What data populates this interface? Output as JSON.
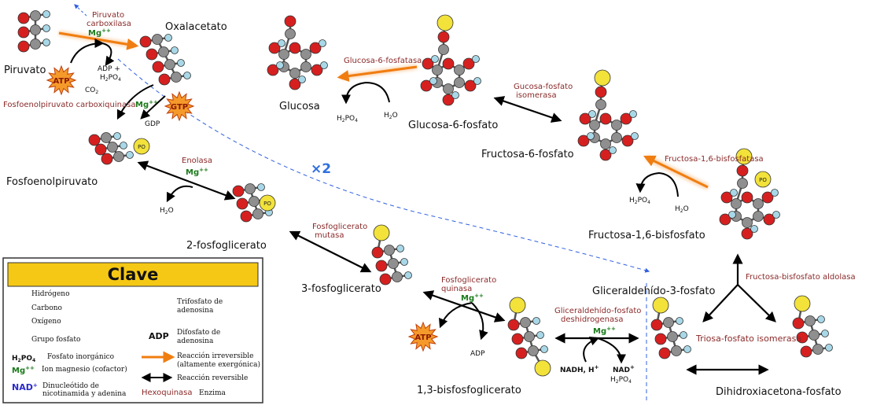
{
  "title_multiplier": "×2",
  "compounds": {
    "piruvato": "Piruvato",
    "oxalacetato": "Oxalacetato",
    "fosfoenolpiruvato": "Fosfoenolpiruvato",
    "glucosa": "Glucosa",
    "glucosa6p": "Glucosa-6-fosfato",
    "fructosa6p": "Fructosa-6-fosfato",
    "fructosa16bp": "Fructosa-1,6-bisfosfato",
    "fosfoglicerato2": "2-fosfoglicerato",
    "fosfoglicerato3": "3-fosfoglicerato",
    "bisfosfoglicerato13": "1,3-bisfosfoglicerato",
    "gliceraldehido3p": "Gliceraldehído-3-fosfato",
    "dihidroxiacetona": "Dihidroxiacetona-fosfato"
  },
  "enzymes": {
    "piruvato_carboxilasa_1": "Piruvato",
    "piruvato_carboxilasa_2": "carboxilasa",
    "pepck": "Fosfoenolpiruvato carboxiquinasa",
    "enolasa": "Enolasa",
    "fosfoglicerato_mutasa_1": "Fosfoglicerato",
    "fosfoglicerato_mutasa_2": "mutasa",
    "fosfoglicerato_quinasa_1": "Fosfoglicerato",
    "fosfoglicerato_quinasa_2": "quinasa",
    "gapdh_1": "Gliceraldehído-fosfato",
    "gapdh_2": "deshidrogenasa",
    "tpi": "Triosa-fosfato isomerasa",
    "aldolasa": "Fructosa-bisfosfato aldolasa",
    "fbpasa": "Fructosa-1,6-bisfosfatasa",
    "pgi_1": "Gucosa-fosfato",
    "pgi_2": "isomerasa",
    "g6pasa": "Glucosa-6-fosfatasa"
  },
  "cofactors": {
    "mg": "Mg",
    "mg_sup": "++",
    "atp": "ATP",
    "gtp": "GTP",
    "adp": "ADP",
    "gdp": "GDP",
    "co2": "CO",
    "co2_sub": "2",
    "adp_plus": "ADP +",
    "h2po4_h": "H",
    "h2po4_2": "2",
    "h2po4_po": "PO",
    "h2po4_4": "4",
    "h2o_h": "H",
    "h2o_2": "2",
    "h2o_o": "O",
    "nadh": "NADH, H",
    "nadh_sup": "+",
    "nad": "NAD",
    "nad_sup": "+"
  },
  "key": {
    "title": "Clave",
    "hidrogeno": "Hidrógeno",
    "carbono": "Carbono",
    "oxigeno": "Oxígeno",
    "fosfato": "Grupo fosfato",
    "fosfato_inorganico": "Fosfato inorgánico",
    "magnesio": "Ion magnesio (cofactor)",
    "nad_1": "Dinucleótido de",
    "nad_2": "nicotinamida y adenina",
    "atp_1": "Trifosfato de",
    "atp_2": "adenosina",
    "adp_1": "Difosfato de",
    "adp_2": "adenosina",
    "irrev_1": "Reacción irreversible",
    "irrev_2": "(altamente exergónica)",
    "rev": "Reacción reversible",
    "hexoquinasa": "Hexoquinasa",
    "enzima": "Enzima"
  },
  "colors": {
    "hydrogen": "#a8d8e8",
    "carbon": "#8f8f8f",
    "oxygen": "#d62020",
    "phosphate": "#f2e23a",
    "atp_star": "#f59a2a",
    "irreversible": "#f07d10",
    "reversible": "#000000",
    "enzyme_text": "#8b2a2a",
    "magnesium": "#1a7a1a",
    "nad": "#2a2acc",
    "dashed": "#3060e0",
    "key_header": "#f5c815"
  }
}
